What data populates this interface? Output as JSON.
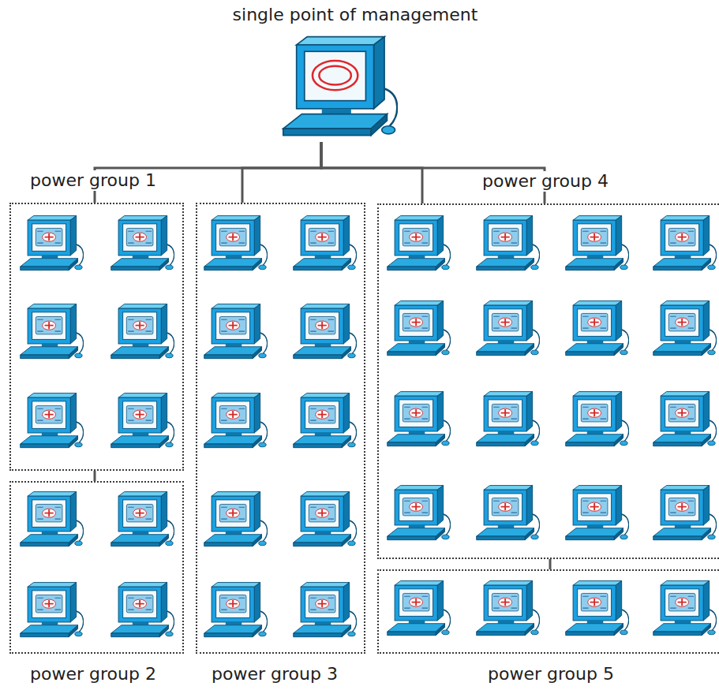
{
  "diagram": {
    "nodes": [
      {
        "text": [
          "single point of management"
        ]
      },
      {
        "text": [
          "power group 1"
        ]
      },
      {
        "text": [
          "power group 2"
        ]
      },
      {
        "text": [
          "power group 3"
        ]
      },
      {
        "text": [
          "power group 4"
        ]
      },
      {
        "text": [
          "power group 5"
        ]
      }
    ],
    "edges": [
      {
        "from": 0,
        "to": 1,
        "arrow": "none"
      },
      {
        "from": 0,
        "to": 3,
        "arrow": "none"
      },
      {
        "from": 0,
        "to": 4,
        "arrow": "none"
      },
      {
        "from": 0,
        "to": 4,
        "arrow": "none"
      },
      {
        "from": 1,
        "to": 2,
        "arrow": "none"
      },
      {
        "from": 4,
        "to": 5,
        "arrow": "none"
      }
    ]
  }
}
